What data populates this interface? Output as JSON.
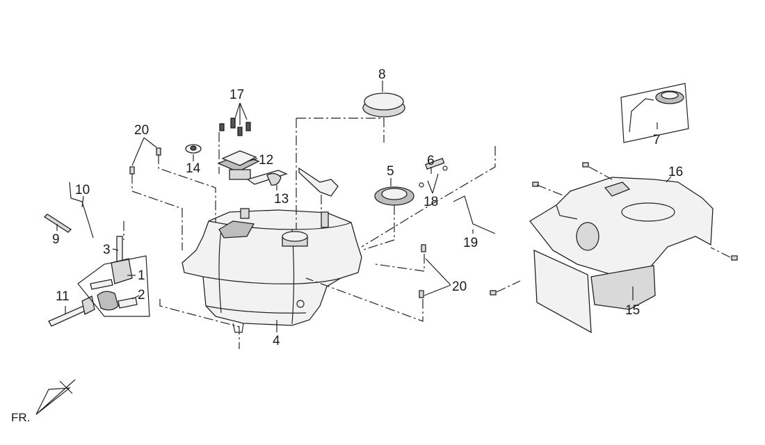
{
  "callouts": {
    "c1": "1",
    "c2": "2",
    "c3": "3",
    "c4": "4",
    "c5": "5",
    "c6": "6",
    "c7": "7",
    "c8": "8",
    "c9": "9",
    "c10": "10",
    "c11": "11",
    "c12": "12",
    "c13": "13",
    "c14": "14",
    "c15": "15",
    "c16": "16",
    "c17": "17",
    "c18": "18",
    "c19": "19",
    "c20a": "20",
    "c20b": "20"
  },
  "orientation": {
    "label": "FR."
  }
}
